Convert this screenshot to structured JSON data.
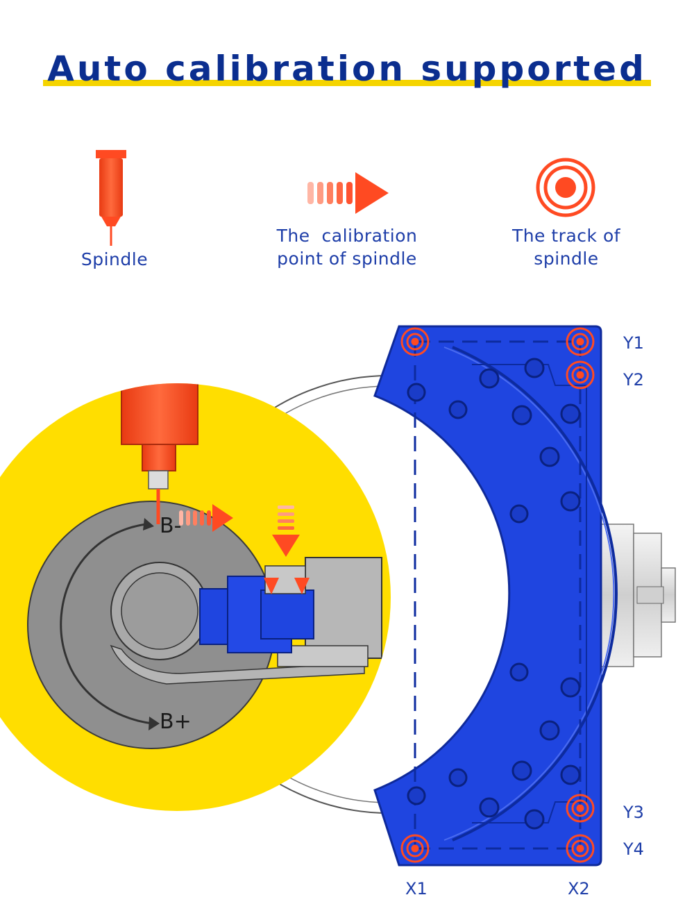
{
  "title": "Auto calibration supported",
  "legend": {
    "spindle": "Spindle",
    "calibration_point_line1": "The  calibration",
    "calibration_point_line2": "point of spindle",
    "track_line1": "The track of",
    "track_line2": "spindle"
  },
  "axis_marks": {
    "b_minus": "B-",
    "b_plus": "B+"
  },
  "coords": {
    "y1": "Y1",
    "y2": "Y2",
    "y3": "Y3",
    "y4": "Y4",
    "x1": "X1",
    "x2": "X2"
  },
  "colors": {
    "title": "#0b2e8f",
    "underline": "#f5d400",
    "plate": "#1f45e0",
    "spindle": "#ff4a22",
    "yellow": "#ffde00"
  }
}
